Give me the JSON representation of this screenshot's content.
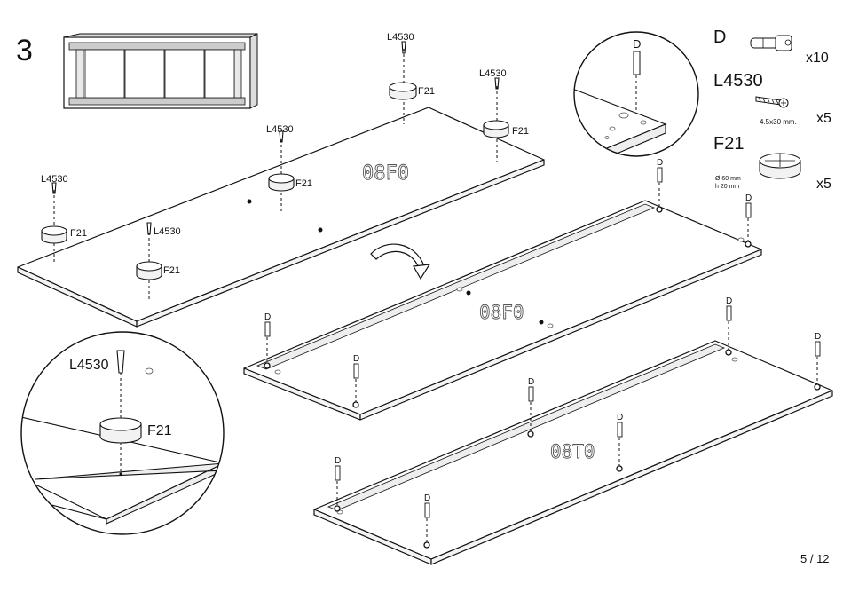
{
  "page": {
    "step_number": "3",
    "page_indicator": "5 / 12"
  },
  "panels": {
    "top_panel_code": "08F0",
    "middle_panel_code": "08F0",
    "bottom_panel_code": "08T0"
  },
  "callouts": {
    "screw_code": "L4530",
    "foot_code": "F21",
    "dowel_code": "D"
  },
  "parts_list": [
    {
      "code": "D",
      "description": "",
      "quantity": "x10",
      "icon": "wooden-dowel-icon"
    },
    {
      "code": "L4530",
      "description": "4.5x30 mm.",
      "quantity": "x5",
      "icon": "screw-icon"
    },
    {
      "code": "F21",
      "description_line1": "Ø 60 mm",
      "description_line2": "h 20 mm",
      "quantity": "x5",
      "icon": "round-foot-icon"
    }
  ],
  "icons": {
    "flip_arrow": "curved-rotate-arrow-icon",
    "cabinet_preview": "cabinet-thumbnail-icon",
    "magnifier": "detail-magnifier-icon"
  }
}
